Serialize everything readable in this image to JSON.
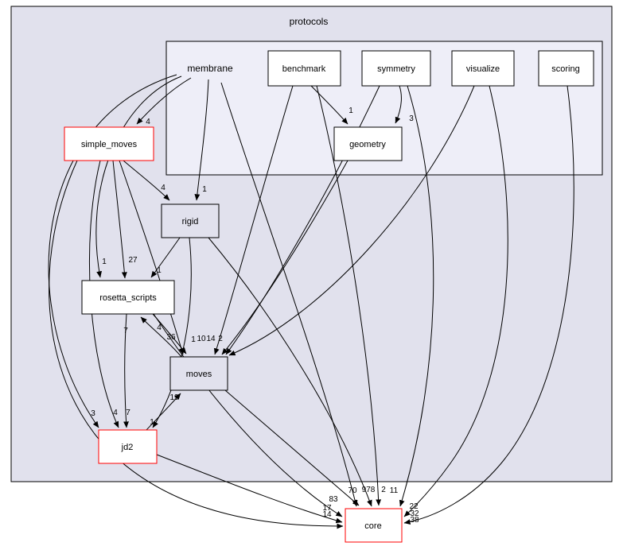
{
  "diagram": {
    "clusters": {
      "protocols": {
        "label": "protocols"
      },
      "membrane": {
        "label": "membrane"
      }
    },
    "nodes": {
      "benchmark": {
        "label": "benchmark"
      },
      "symmetry": {
        "label": "symmetry"
      },
      "visualize": {
        "label": "visualize"
      },
      "scoring": {
        "label": "scoring"
      },
      "geometry": {
        "label": "geometry"
      },
      "simple_moves": {
        "label": "simple_moves"
      },
      "rigid": {
        "label": "rigid"
      },
      "rosetta_scripts": {
        "label": "rosetta_scripts"
      },
      "moves": {
        "label": "moves"
      },
      "jd2": {
        "label": "jd2"
      },
      "core": {
        "label": "core"
      }
    },
    "colors": {
      "outer_cluster_fill": "#e1e1ed",
      "inner_cluster_fill": "#eeeef8",
      "node_fill": "#ffffff",
      "node_border": "#000000",
      "external_node_border": "#ff0000",
      "edge": "#000000"
    },
    "edges": [
      {
        "from": "membrane",
        "to": "simple_moves",
        "label": "4"
      },
      {
        "from": "membrane",
        "to": "rigid",
        "label": "1"
      },
      {
        "from": "membrane",
        "to": "rosetta_scripts",
        "label": "1"
      },
      {
        "from": "membrane",
        "to": "jd2",
        "label": "3"
      },
      {
        "from": "membrane",
        "to": "core",
        "label": "70"
      },
      {
        "from": "simple_moves",
        "to": "rigid",
        "label": "4"
      },
      {
        "from": "simple_moves",
        "to": "rosetta_scripts",
        "label": "27"
      },
      {
        "from": "simple_moves",
        "to": "moves",
        "label": "36"
      },
      {
        "from": "simple_moves",
        "to": "jd2",
        "label": "4"
      },
      {
        "from": "simple_moves",
        "to": "core",
        "label": "14"
      },
      {
        "from": "rigid",
        "to": "rosetta_scripts",
        "label": "1"
      },
      {
        "from": "rigid",
        "to": "jd2",
        "label": "1"
      },
      {
        "from": "rigid",
        "to": "core",
        "label": "2"
      },
      {
        "from": "rosetta_scripts",
        "to": "moves",
        "label": "4"
      },
      {
        "from": "moves",
        "to": "rosetta_scripts",
        "label": "7"
      },
      {
        "from": "rosetta_scripts",
        "to": "jd2",
        "label": "7"
      },
      {
        "from": "rosetta_scripts",
        "to": "core",
        "label": "83"
      },
      {
        "from": "moves",
        "to": "core",
        "label": "978"
      },
      {
        "from": "jd2",
        "to": "moves",
        "label": "19"
      },
      {
        "from": "jd2",
        "to": "core",
        "label": "17"
      },
      {
        "from": "benchmark",
        "to": "geometry",
        "label": "1"
      },
      {
        "from": "benchmark",
        "to": "moves",
        "label": "10"
      },
      {
        "from": "benchmark",
        "to": "core",
        "label": "11"
      },
      {
        "from": "symmetry",
        "to": "geometry",
        "label": "3"
      },
      {
        "from": "symmetry",
        "to": "moves",
        "label": "14"
      },
      {
        "from": "symmetry",
        "to": "core",
        "label": "22"
      },
      {
        "from": "visualize",
        "to": "moves",
        "label": "2"
      },
      {
        "from": "visualize",
        "to": "core",
        "label": "32"
      },
      {
        "from": "scoring",
        "to": "core",
        "label": "38"
      },
      {
        "from": "geometry",
        "to": "moves",
        "label": "1"
      }
    ]
  }
}
